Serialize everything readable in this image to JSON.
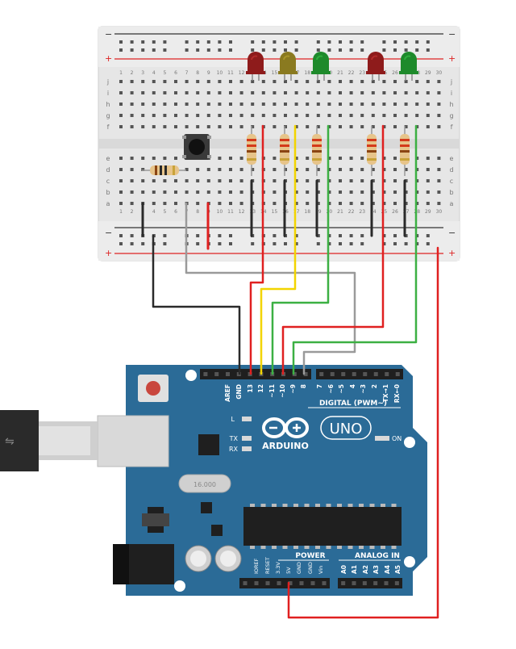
{
  "breadboard": {
    "rows_top": [
      "j",
      "i",
      "h",
      "g",
      "f"
    ],
    "rows_bottom": [
      "e",
      "d",
      "c",
      "b",
      "a"
    ],
    "col_numbers": [
      "1",
      "2",
      "3",
      "4",
      "5",
      "6",
      "7",
      "8",
      "9",
      "10",
      "11",
      "12",
      "13",
      "14",
      "15",
      "16",
      "17",
      "18",
      "19",
      "20",
      "21",
      "22",
      "23",
      "24",
      "25",
      "26",
      "27",
      "28",
      "29",
      "30"
    ],
    "plus_sign": "+",
    "minus_sign": "−"
  },
  "leds": [
    {
      "color": "red"
    },
    {
      "color": "yellow"
    },
    {
      "color": "green"
    },
    {
      "color": "red"
    },
    {
      "color": "green"
    }
  ],
  "arduino": {
    "brand": "ARDUINO",
    "model": "UNO",
    "digital_label": "DIGITAL (PWM~)",
    "power_label": "POWER",
    "analog_label": "ANALOG IN",
    "on_label": "ON",
    "l_label": "L",
    "tx_label": "TX",
    "rx_label": "RX",
    "crystal_label": "16.000",
    "digital_pins": [
      "AREF",
      "GND",
      "13",
      "12",
      "~11",
      "~10",
      "~9",
      "8",
      "7",
      "~6",
      "~5",
      "4",
      "~3",
      "2",
      "TX→1",
      "RX←0"
    ],
    "power_pins": [
      "IOREF",
      "RESET",
      "3.3V",
      "5V",
      "GND",
      "GND",
      "Vin"
    ],
    "analog_pins": [
      "A0",
      "A1",
      "A2",
      "A3",
      "A4",
      "A5"
    ]
  },
  "colors": {
    "board": "#2b6b97",
    "breadboard": "#e6e6e6",
    "wire_red": "#e02020",
    "wire_black": "#2a2a2a",
    "wire_gray": "#9a9a9a",
    "wire_yellow": "#f2d400",
    "wire_green": "#3cb043"
  }
}
